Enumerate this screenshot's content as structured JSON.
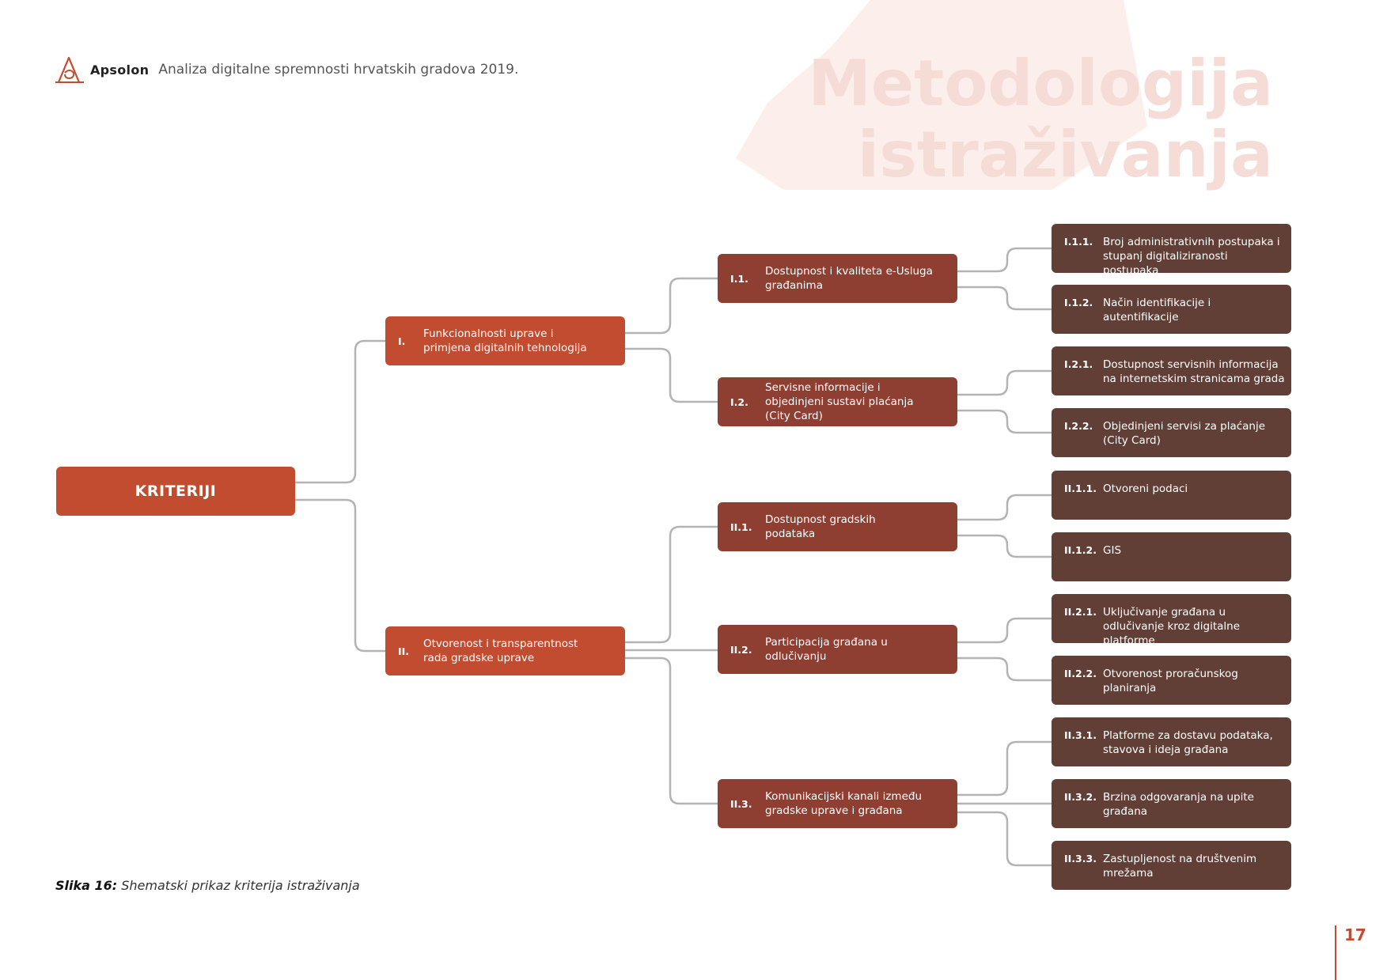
{
  "header": {
    "brand": "Apsolon",
    "title": "Analiza digitalne spremnosti hrvatskih gradova 2019."
  },
  "section_title": {
    "line1": "Metodologija",
    "line2": "istraživanja"
  },
  "colors": {
    "accent": "#c24c2f",
    "level2": "#8f3f32",
    "level3": "#623f36",
    "connector": "#b3b3b3",
    "watermark": "#f6dcd6"
  },
  "diagram": {
    "root": "KRITERIJI",
    "groups": [
      {
        "code": "I.",
        "label": "Funkcionalnosti uprave i primjena digitalnih tehnologija",
        "children": [
          {
            "code": "I.1.",
            "label": "Dostupnost i kvaliteta e-Usluga građanima",
            "children": [
              {
                "code": "I.1.1.",
                "label": "Broj administrativnih postupaka i stupanj digitaliziranosti postupaka"
              },
              {
                "code": "I.1.2.",
                "label": "Način identifikacije i autentifikacije"
              }
            ]
          },
          {
            "code": "I.2.",
            "label": "Servisne informacije i objedinjeni sustavi plaćanja (City Card)",
            "children": [
              {
                "code": "I.2.1.",
                "label": "Dostupnost servisnih informacija na internetskim stranicama grada"
              },
              {
                "code": "I.2.2.",
                "label": "Objedinjeni servisi za plaćanje (City Card)"
              }
            ]
          }
        ]
      },
      {
        "code": "II.",
        "label": "Otvorenost i transparentnost rada gradske uprave",
        "children": [
          {
            "code": "II.1.",
            "label": "Dostupnost gradskih podataka",
            "children": [
              {
                "code": "II.1.1.",
                "label": "Otvoreni podaci"
              },
              {
                "code": "II.1.2.",
                "label": "GIS"
              }
            ]
          },
          {
            "code": "II.2.",
            "label": "Participacija građana u odlučivanju",
            "children": [
              {
                "code": "II.2.1.",
                "label": "Uključivanje građana u odlučivanje kroz digitalne platforme"
              },
              {
                "code": "II.2.2.",
                "label": "Otvorenost proračunskog planiranja"
              }
            ]
          },
          {
            "code": "II.3.",
            "label": "Komunikacijski kanali između gradske uprave i građana",
            "children": [
              {
                "code": "II.3.1.",
                "label": "Platforme za dostavu podataka, stavova i ideja građana"
              },
              {
                "code": "II.3.2.",
                "label": "Brzina odgovaranja na upite građana"
              },
              {
                "code": "II.3.3.",
                "label": "Zastupljenost na društvenim mrežama"
              }
            ]
          }
        ]
      }
    ]
  },
  "caption": {
    "figure": "Slika 16:",
    "text": "Shematski prikaz kriterija istraživanja"
  },
  "page_number": "17"
}
